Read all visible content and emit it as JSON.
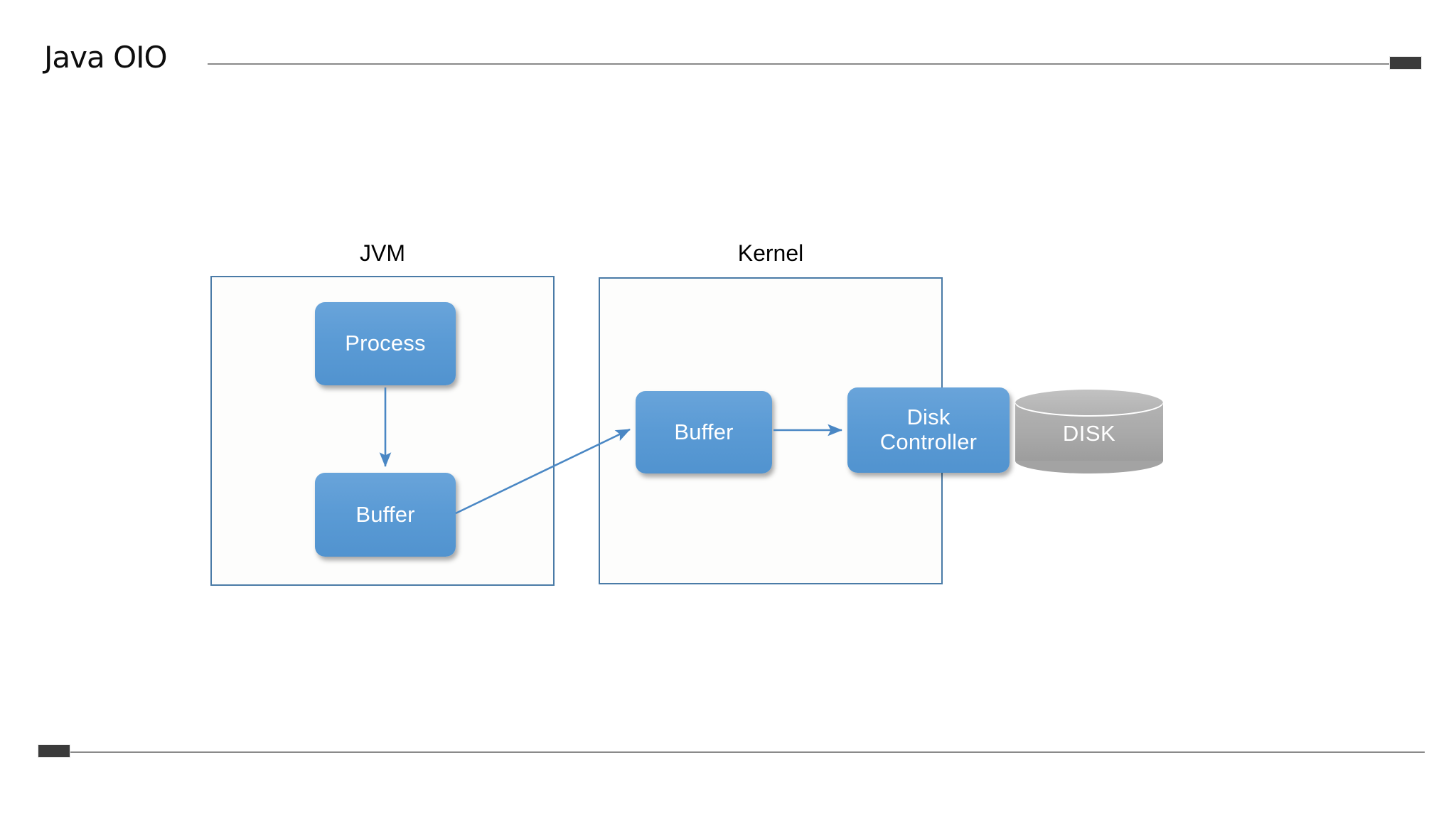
{
  "slide": {
    "title": "Java OIO",
    "header_marker": "header-block-marker",
    "footer_marker": "footer-block-marker"
  },
  "groups": [
    {
      "id": "jvm",
      "label": "JVM"
    },
    {
      "id": "kernel",
      "label": "Kernel"
    }
  ],
  "nodes": {
    "process": "Process",
    "jvm_buffer": "Buffer",
    "kernel_buffer": "Buffer",
    "disk_controller_line1": "Disk",
    "disk_controller_line2": "Controller",
    "disk": "DISK"
  },
  "connectors": [
    {
      "name": "process-to-jvm-buffer",
      "from": "Process",
      "to": "Buffer (JVM)"
    },
    {
      "name": "jvm-buffer-to-kernel-buffer",
      "from": "Buffer (JVM)",
      "to": "Buffer (Kernel)"
    },
    {
      "name": "kernel-buffer-to-disk-controller",
      "from": "Buffer (Kernel)",
      "to": "Disk Controller"
    }
  ],
  "colors": {
    "node_blue": "#5b9bd5",
    "group_border": "#4a7ba7",
    "disk_gray": "#a9a9a9",
    "connector_blue": "#4a87c4",
    "rule_gray": "#8a8a8a",
    "marker_dark": "#3b3b3b"
  }
}
